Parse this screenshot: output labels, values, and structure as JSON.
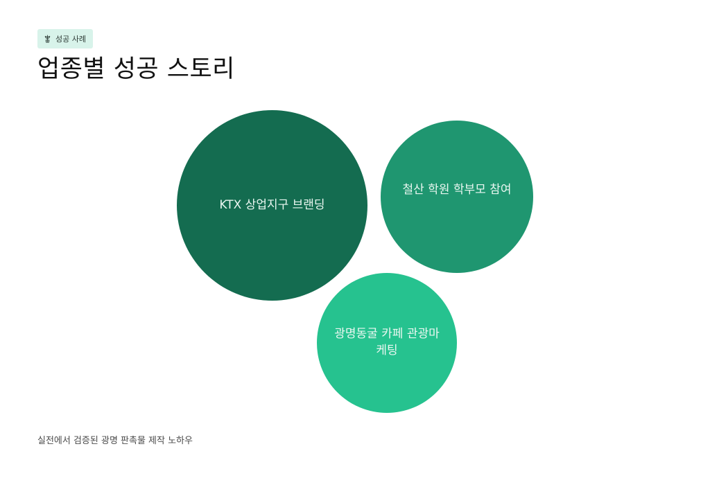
{
  "header": {
    "badge": {
      "icon": "sprout-icon",
      "label": "성공 사례",
      "background": "#d8f3ea"
    },
    "title": "업종별 성공 스토리"
  },
  "bubbles": [
    {
      "label": "KTX 상업지구 브랜딩",
      "color": "#146c50"
    },
    {
      "label": "철산 학원 학부모 참여",
      "color": "#1f9670"
    },
    {
      "label": "광명동굴 카페 관광마케팅",
      "color": "#26c28f"
    }
  ],
  "footer": {
    "caption": "실전에서 검증된 광명 판촉물 제작 노하우"
  }
}
